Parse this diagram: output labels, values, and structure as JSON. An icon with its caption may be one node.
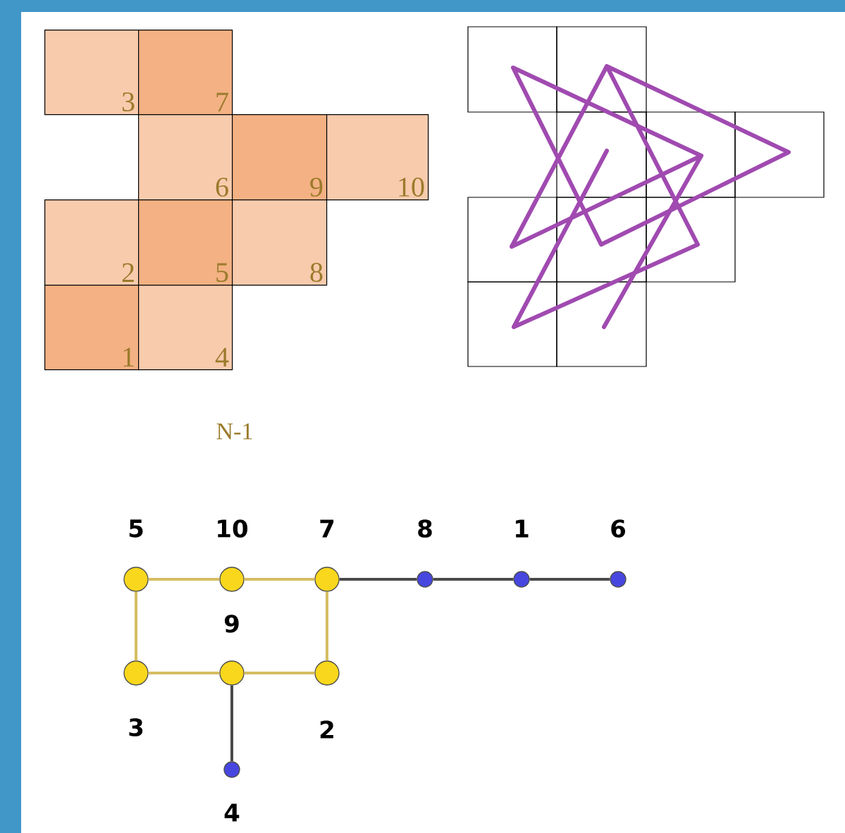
{
  "diagram": {
    "nodes": [
      {
        "text": [
          "3"
        ]
      },
      {
        "text": [
          "7"
        ]
      },
      {
        "text": [
          "6"
        ]
      },
      {
        "text": [
          "9"
        ]
      },
      {
        "text": [
          "10"
        ]
      },
      {
        "text": [
          "2"
        ]
      },
      {
        "text": [
          "5"
        ]
      },
      {
        "text": [
          "8"
        ]
      },
      {
        "text": [
          "1"
        ]
      },
      {
        "text": [
          "4"
        ]
      },
      {
        "text": [],
        "shape": "circle",
        "beside": [
          "5"
        ]
      },
      {
        "text": [],
        "shape": "circle",
        "beside": [
          "10"
        ]
      },
      {
        "text": [],
        "shape": "circle",
        "beside": [
          "7"
        ]
      },
      {
        "text": [],
        "shape": "circle",
        "beside": [
          "8"
        ]
      },
      {
        "text": [],
        "shape": "circle",
        "beside": [
          "1"
        ]
      },
      {
        "text": [],
        "shape": "circle",
        "beside": [
          "6"
        ]
      },
      {
        "text": [],
        "shape": "circle",
        "beside": [
          "3"
        ]
      },
      {
        "text": [],
        "shape": "circle",
        "beside": [
          "9"
        ]
      },
      {
        "text": [],
        "shape": "circle",
        "beside": [
          "2"
        ]
      },
      {
        "text": [],
        "shape": "circle",
        "beside": [
          "4"
        ]
      }
    ],
    "edges": [
      {
        "from": 10,
        "to": 11,
        "arrow": "none",
        "color": "#d6bd62"
      },
      {
        "from": 11,
        "to": 12,
        "arrow": "none",
        "color": "#d6bd62"
      },
      {
        "from": 12,
        "to": 18,
        "arrow": "none",
        "color": "#d6bd62"
      },
      {
        "from": 18,
        "to": 17,
        "arrow": "none",
        "color": "#d6bd62"
      },
      {
        "from": 17,
        "to": 16,
        "arrow": "none",
        "color": "#d6bd62"
      },
      {
        "from": 16,
        "to": 10,
        "arrow": "none",
        "color": "#d6bd62"
      },
      {
        "from": 12,
        "to": 13,
        "arrow": "none",
        "color": "#4a4a4a"
      },
      {
        "from": 13,
        "to": 14,
        "arrow": "none",
        "color": "#4a4a4a"
      },
      {
        "from": 14,
        "to": 15,
        "arrow": "none",
        "color": "#4a4a4a"
      },
      {
        "from": 17,
        "to": 19,
        "arrow": "none",
        "color": "#4a4a4a"
      }
    ],
    "labels": [
      "N-1"
    ]
  }
}
